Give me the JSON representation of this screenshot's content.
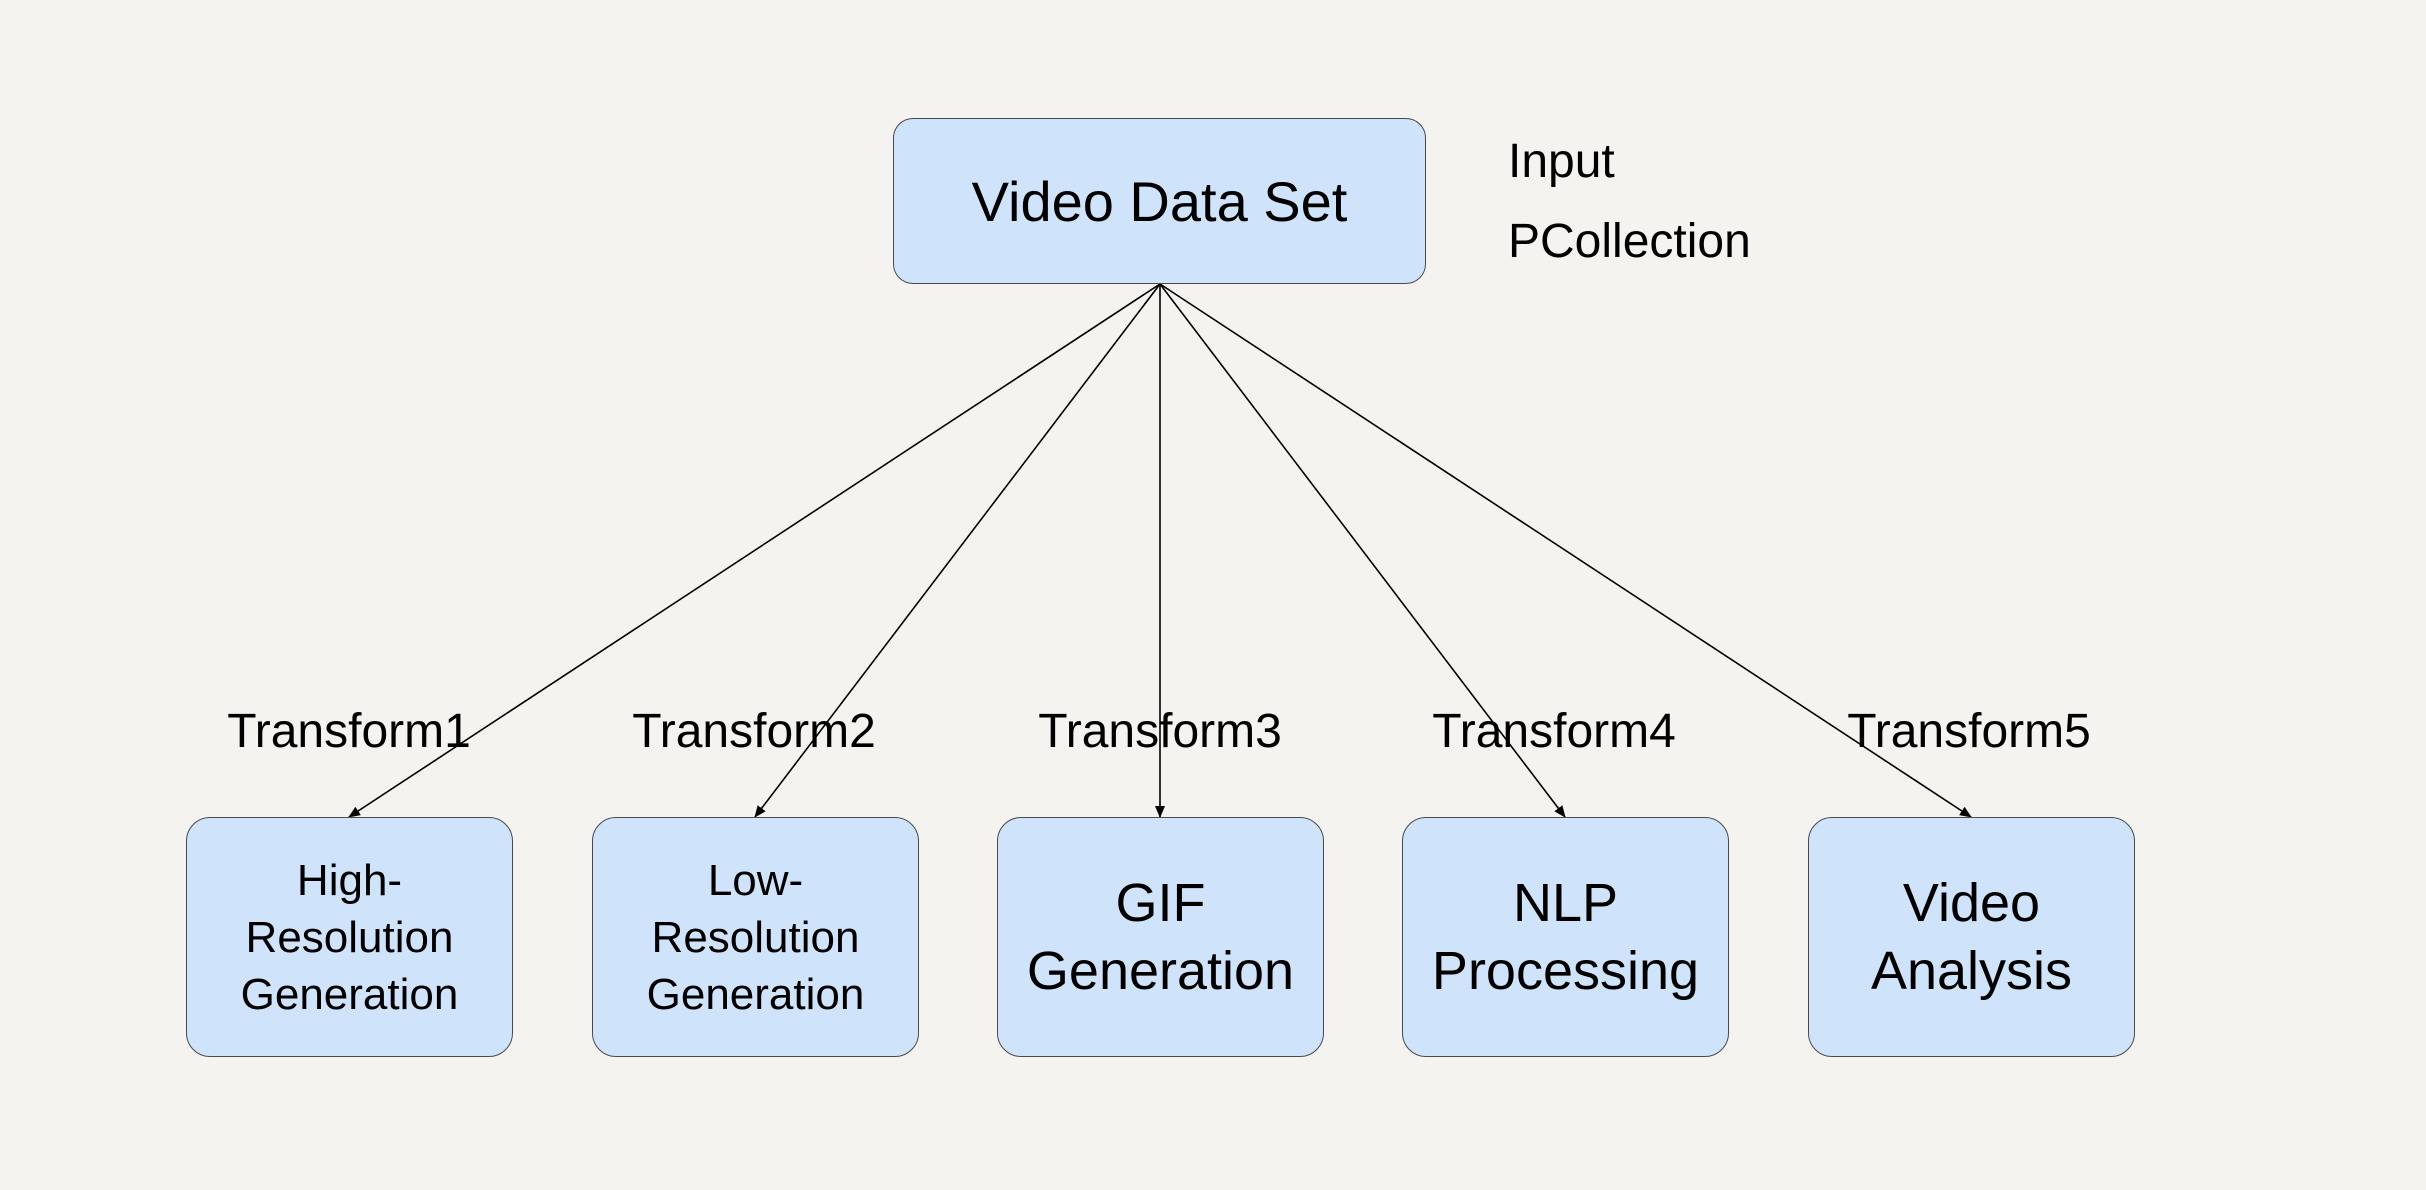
{
  "diagram": {
    "root": {
      "label": "Video Data Set",
      "annotation_line1": "Input",
      "annotation_line2": "PCollection"
    },
    "children": [
      {
        "label": "High-Resolution Generation",
        "edge_label": "Transform1"
      },
      {
        "label": "Low-Resolution Generation",
        "edge_label": "Transform2"
      },
      {
        "label": "GIF Generation",
        "edge_label": "Transform3"
      },
      {
        "label": "NLP Processing",
        "edge_label": "Transform4"
      },
      {
        "label": "Video Analysis",
        "edge_label": "Transform5"
      }
    ],
    "colors": {
      "background": "#f4f3f0",
      "node_fill": "#cfe3fa",
      "node_border": "#4a4a4a",
      "edge": "#000000"
    }
  }
}
